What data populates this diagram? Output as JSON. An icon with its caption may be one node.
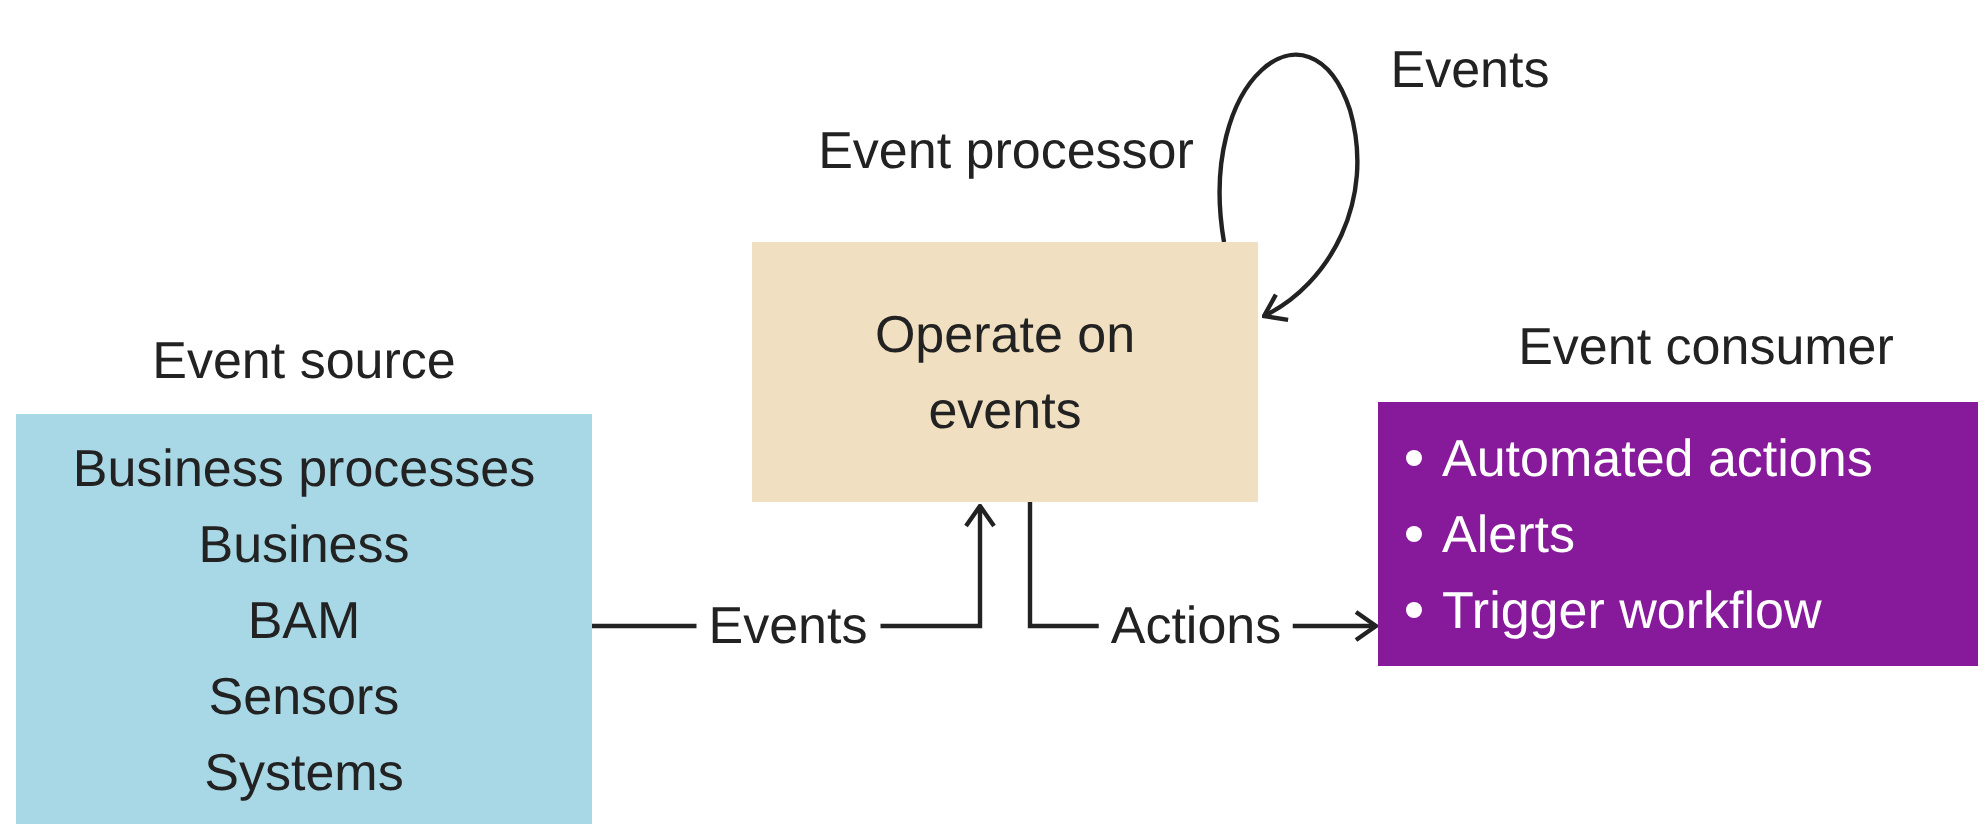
{
  "diagram": {
    "nodes": [
      {
        "text": [
          "Event source",
          "Business processes",
          "Business",
          "BAM",
          "Sensors",
          "Systems"
        ]
      },
      {
        "text": [
          "Event processor",
          "Operate on events"
        ]
      },
      {
        "text": [
          "Event consumer",
          "Automated actions",
          "Alerts",
          "Trigger workflow"
        ]
      }
    ],
    "edges": [
      {
        "from": 0,
        "to": 1,
        "arrow": "to",
        "label": "Events"
      },
      {
        "from": 1,
        "to": 2,
        "arrow": "to",
        "label": "Actions"
      },
      {
        "from": 1,
        "to": 1,
        "arrow": "to",
        "label": "Events"
      }
    ]
  }
}
